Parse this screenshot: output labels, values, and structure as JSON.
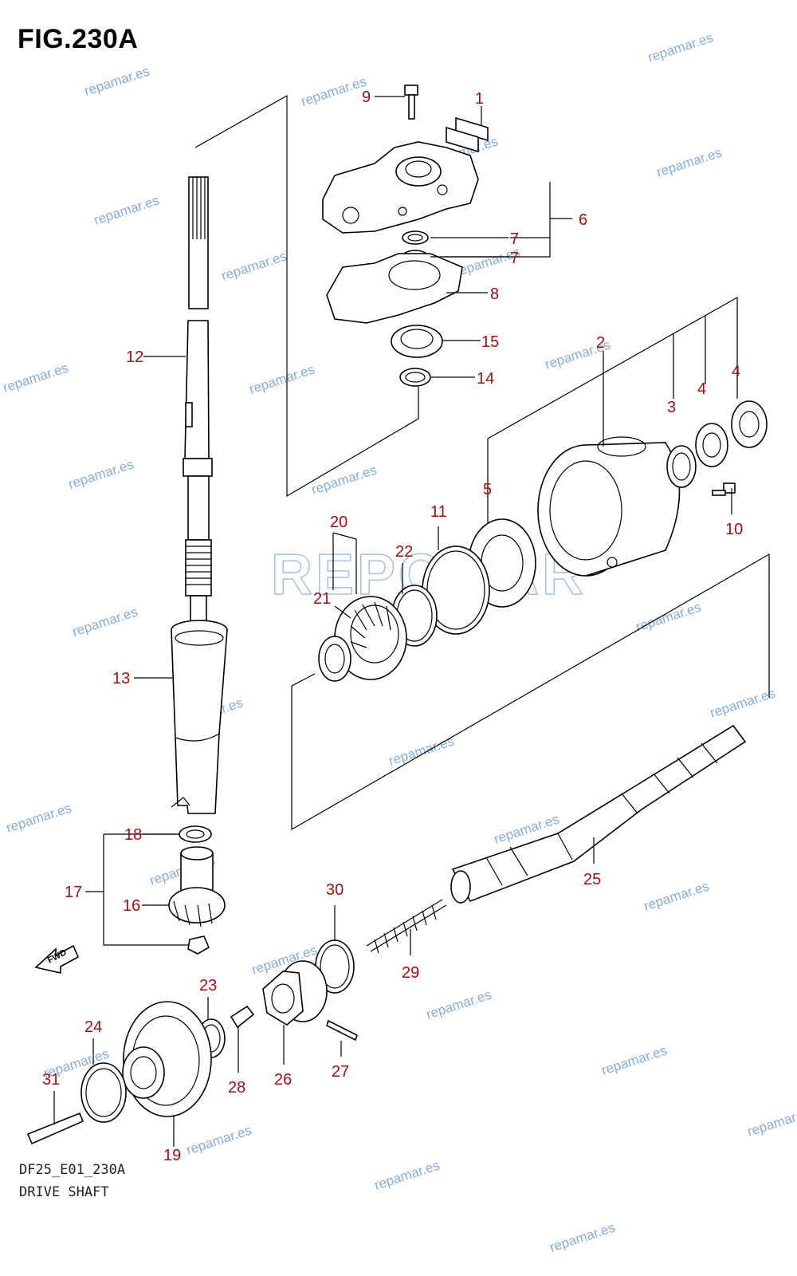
{
  "figure": {
    "title": "FIG.230A",
    "reference_code": "DF25_E01_230A",
    "caption": "DRIVE SHAFT",
    "watermark_text": "repamar.es",
    "watermark_logo_text": "REPOMAR",
    "fwd_label": "FWD"
  },
  "callouts": {
    "c1": "1",
    "c2": "2",
    "c3": "3",
    "c4a": "4",
    "c4b": "4",
    "c5": "5",
    "c6": "6",
    "c7a": "7",
    "c7b": "7",
    "c8": "8",
    "c9": "9",
    "c10": "10",
    "c11": "11",
    "c12": "12",
    "c13": "13",
    "c14": "14",
    "c15": "15",
    "c16": "16",
    "c17": "17",
    "c18": "18",
    "c19": "19",
    "c20": "20",
    "c21": "21",
    "c22": "22",
    "c23": "23",
    "c24": "24",
    "c25": "25",
    "c26": "26",
    "c27": "27",
    "c28": "28",
    "c29": "29",
    "c30": "30",
    "c31": "31"
  },
  "colors": {
    "callout": "#a01010",
    "watermark": "#6f9fcf",
    "line": "#000000"
  }
}
